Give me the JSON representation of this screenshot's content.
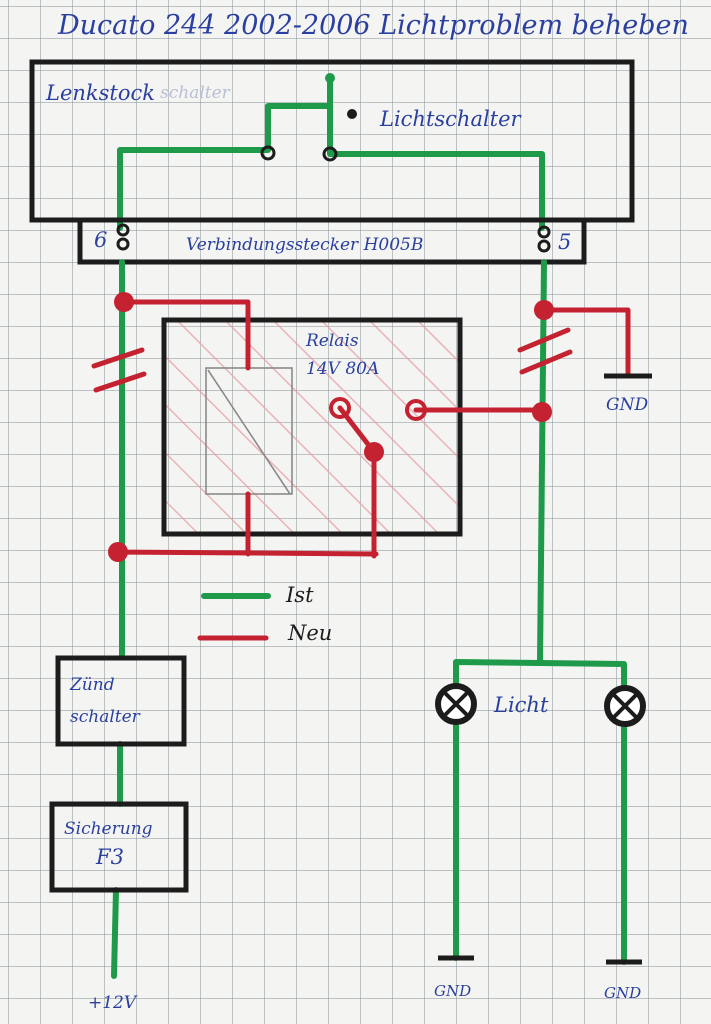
{
  "title": "Ducato 244 2002-2006 Lichtproblem beheben",
  "components": {
    "lenkstock": "Lenkstock",
    "lenkstock_struck": "schalter",
    "lichtschalter": "Lichtschalter",
    "connector": "Verbindungsstecker H005B",
    "pin_left": "6",
    "pin_right": "5",
    "relay_name": "Relais",
    "relay_spec": "14V 80A",
    "zuendschalter_line1": "Zünd",
    "zuendschalter_line2": "schalter",
    "sicherung_line1": "Sicherung",
    "sicherung_line2": "F3",
    "licht": "Licht",
    "plus12v": "+12V",
    "gnd_relay": "GND",
    "gnd_lamp_left": "GND",
    "gnd_lamp_right": "GND"
  },
  "legend": {
    "ist": "Ist",
    "neu": "Neu",
    "ist_color": "#1f9a4a",
    "neu_color": "#c42231"
  },
  "colors": {
    "ink_blue": "#2a3fa0",
    "wire_green": "#1f9a4a",
    "wire_red": "#c42231",
    "box_black": "#1c1c1c"
  }
}
